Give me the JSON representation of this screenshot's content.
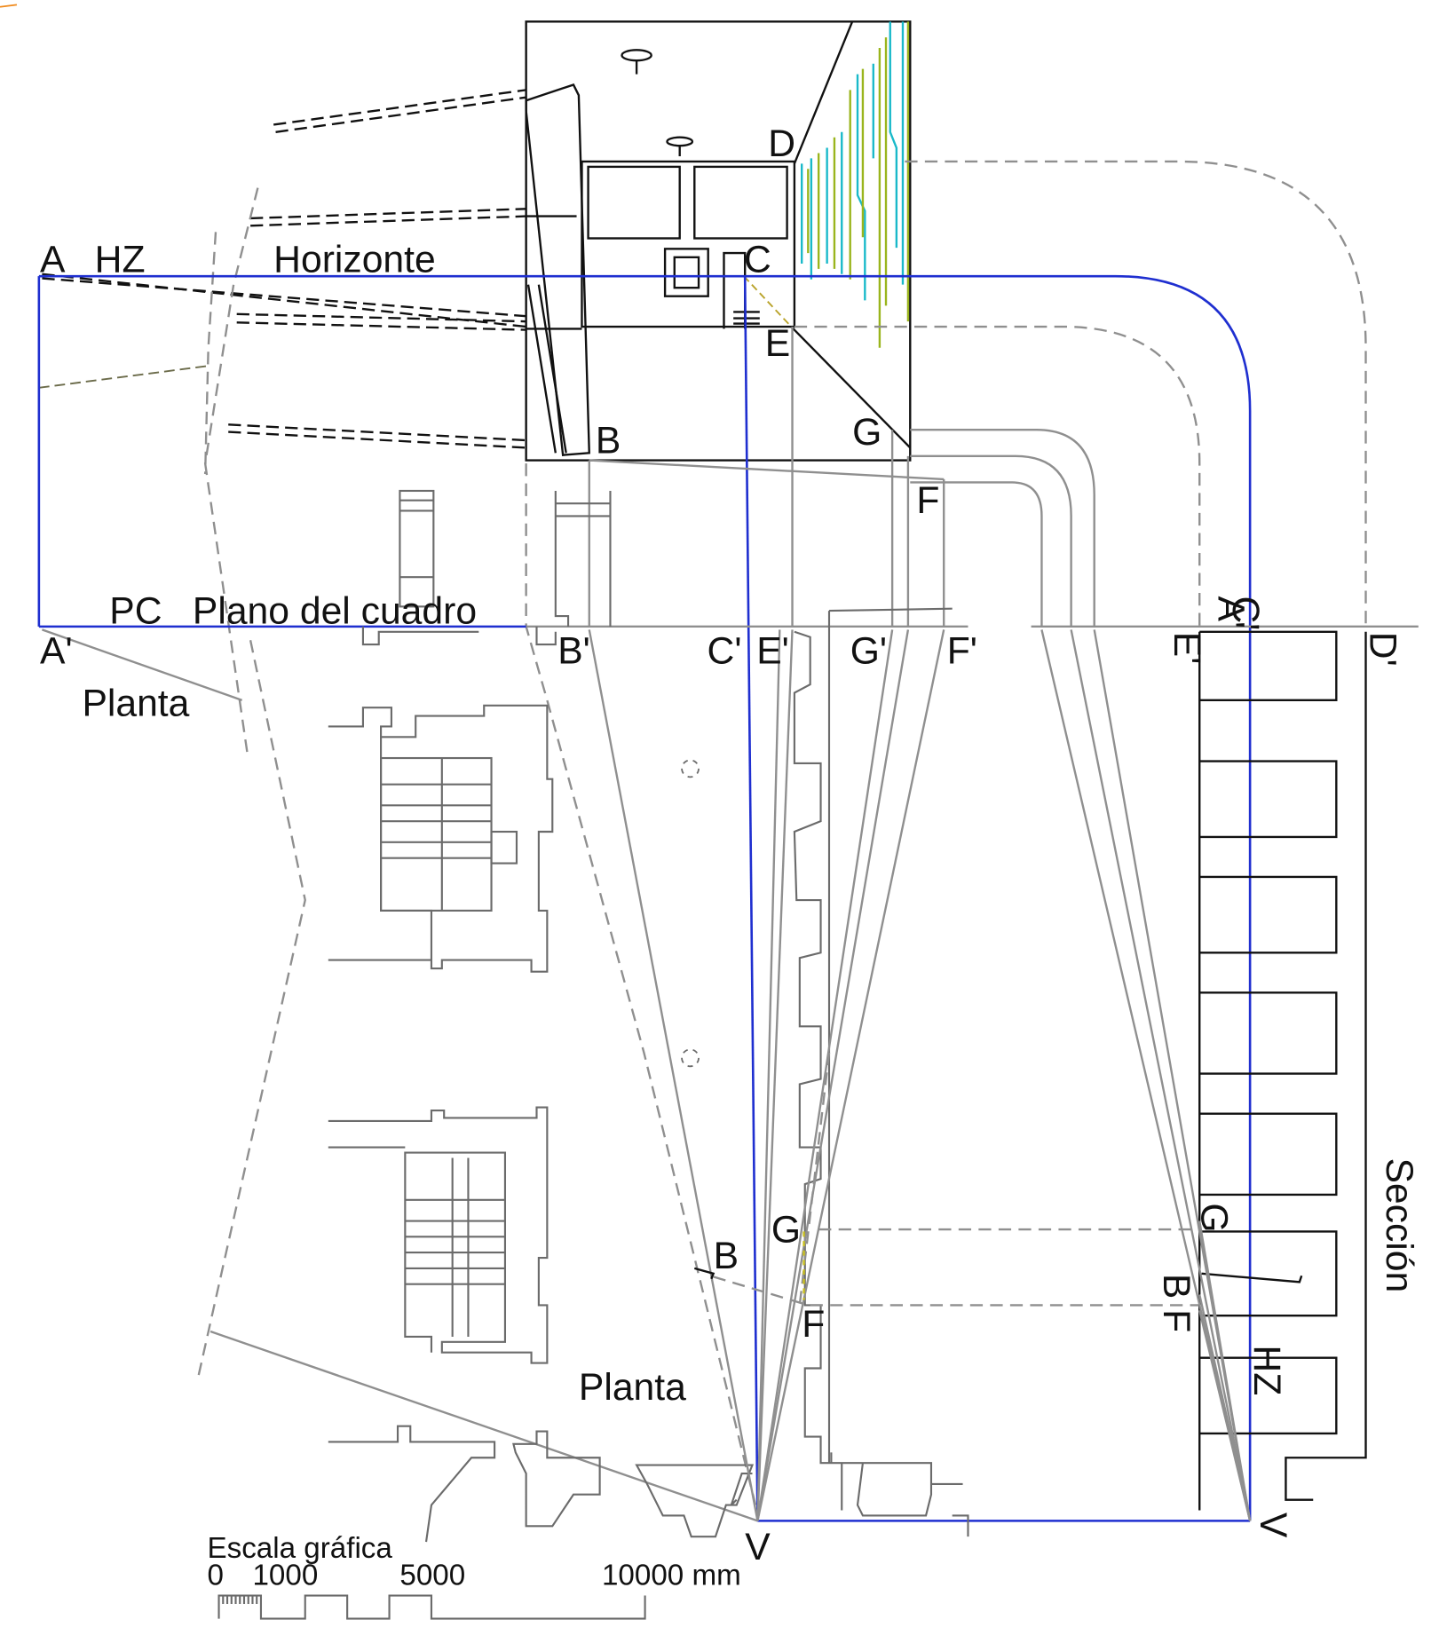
{
  "labels": {
    "point_a": "A",
    "point_a_prime": "A'",
    "hz_top": "HZ",
    "horizon": "Horizonte",
    "pc": "PC",
    "picture_plane": "Plano del cuadro",
    "plan_left": "Planta",
    "plan_center": "Planta",
    "section": "Sección",
    "point_b_view": "B",
    "point_b_prime": "B'",
    "point_c_view": "C",
    "point_c_prime": "C'",
    "point_d_view": "D",
    "point_e_view": "E",
    "point_e_prime": "E'",
    "point_f_view": "F",
    "point_f_prime": "F'",
    "point_g_view": "G",
    "point_g_prime": "G'",
    "plan_b": "B",
    "plan_g": "G",
    "plan_f": "F",
    "plan_v": "V",
    "sec_a_prime": "A'",
    "sec_c_prime": "C'",
    "sec_e_prime": "E'",
    "sec_d_prime": "D'",
    "sec_g": "G",
    "sec_bf": "B F",
    "sec_hz": "HZ",
    "sec_v": "V"
  },
  "scale": {
    "title": "Escala gráfica",
    "t0": "0",
    "t1000": "1000",
    "t5000": "5000",
    "t10000": "10000 mm"
  },
  "colors": {
    "construction_blue": "#1f2fd0",
    "auxiliary_gray": "#8f8f8f",
    "ink": "#111111",
    "facade_cyan": "#19b9c9",
    "facade_green": "#9ab51d"
  }
}
